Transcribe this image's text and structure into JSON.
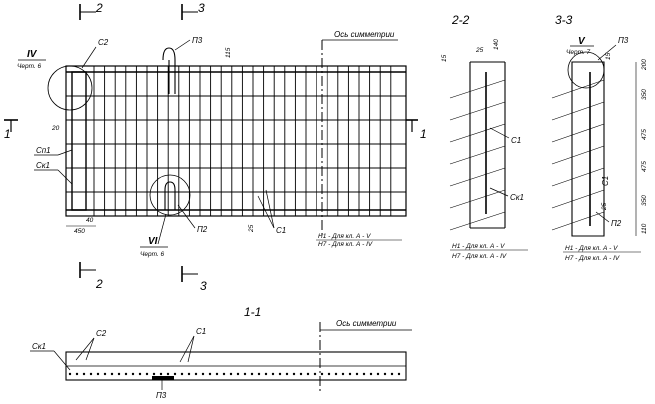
{
  "labels": {
    "sec2": "2",
    "sec3": "3",
    "sec1": "1",
    "view_iv": "IV",
    "sheet6": "Черт. 6",
    "view_vi": "VI",
    "view_v": "V",
    "sheet7": "Черт. 7",
    "c2": "С2",
    "c1": "С1",
    "ck1": "Ск1",
    "cn1": "Сп1",
    "p3": "П3",
    "p2": "П2",
    "axis": "Ось симметрии",
    "d20": "20",
    "d450": "450",
    "d115": "115",
    "d25": "25",
    "d40": "40",
    "n1_v": "Н1 - Для кл. А - V",
    "n7_iv": "Н7 - Для кл. А - IV",
    "sec22": "2-2",
    "sec33": "3-3",
    "sec11": "1-1",
    "d15": "15",
    "d140": "140",
    "d200": "200",
    "d350": "350",
    "d475": "475",
    "d110": "110",
    "d25b": "25"
  }
}
